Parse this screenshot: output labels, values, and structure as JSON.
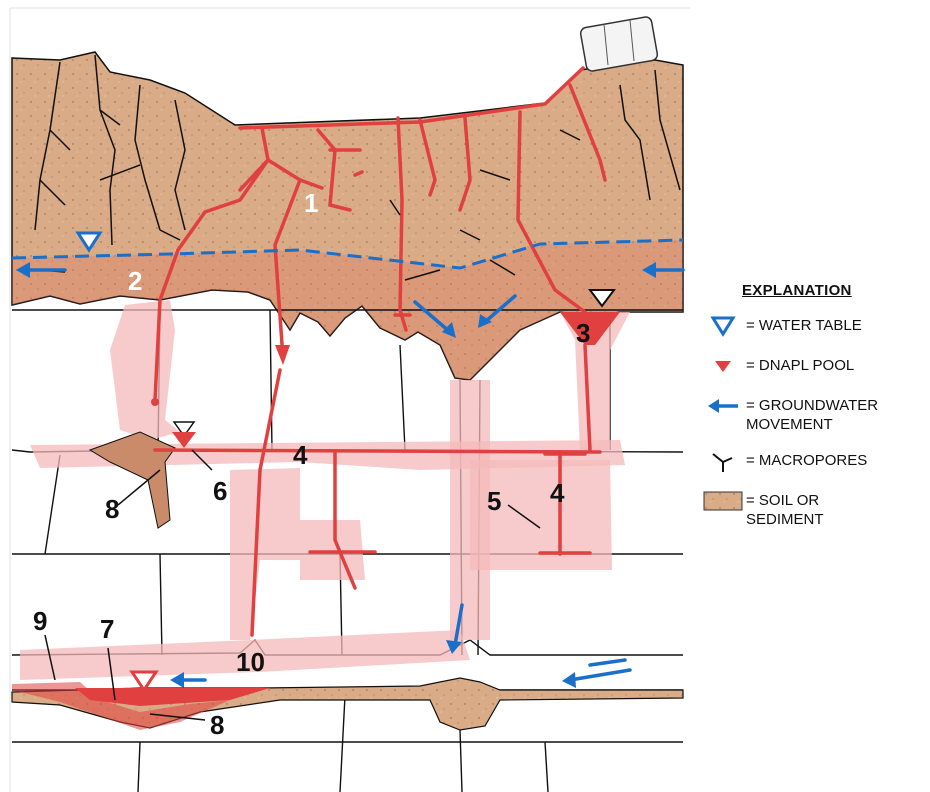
{
  "diagram": {
    "labels": {
      "l1": "1",
      "l2": "2",
      "l3": "3",
      "l4a": "4",
      "l4b": "4",
      "l5": "5",
      "l6": "6",
      "l7": "7",
      "l8a": "8",
      "l8b": "8",
      "l9": "9",
      "l10": "10"
    }
  },
  "legend": {
    "title": "EXPLANATION",
    "items": [
      {
        "icon": "water-table-icon",
        "text": "= WATER TABLE",
        "color": "#1a6fc9"
      },
      {
        "icon": "dnapl-pool-icon",
        "text": "= DNAPL POOL",
        "color": "#e0403f"
      },
      {
        "icon": "groundwater-arrow-icon",
        "text": "= GROUNDWATER\nMOVEMENT",
        "color": "#1a6fc9"
      },
      {
        "icon": "macropore-icon",
        "text": "= MACROPORES",
        "color": "#111111"
      },
      {
        "icon": "soil-swatch-icon",
        "text": "= SOIL OR\nSEDIMENT",
        "color": "#c9946a"
      }
    ]
  },
  "colors": {
    "soil": "#d8a882",
    "dnapl": "#e0403f",
    "halo": "#f6c3c4",
    "water": "#1a6fc9"
  }
}
